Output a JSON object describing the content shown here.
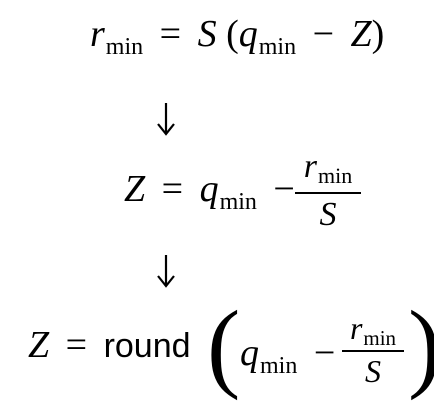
{
  "symbols": {
    "r": "r",
    "S": "S",
    "q": "q",
    "Z": "Z",
    "min": "min",
    "eq": "=",
    "minus": "−",
    "round": "round",
    "lparen": "(",
    "rparen": ")"
  }
}
